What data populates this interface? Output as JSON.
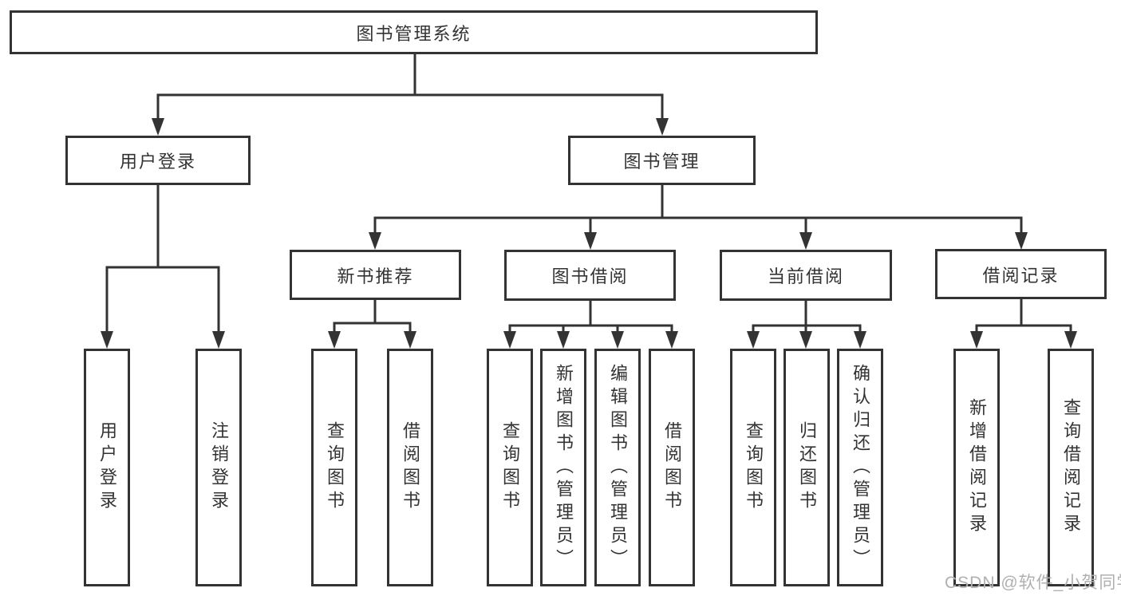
{
  "diagram_type": "hierarchy-tree",
  "tree": {
    "label": "图书管理系统",
    "children": [
      {
        "label": "用户登录",
        "children": [
          {
            "label": "用户登录"
          },
          {
            "label": "注销登录"
          }
        ]
      },
      {
        "label": "图书管理",
        "children": [
          {
            "label": "新书推荐",
            "children": [
              {
                "label": "查询图书"
              },
              {
                "label": "借阅图书"
              }
            ]
          },
          {
            "label": "图书借阅",
            "children": [
              {
                "label": "查询图书"
              },
              {
                "label": "新增图书（管理员）"
              },
              {
                "label": "编辑图书（管理员）"
              },
              {
                "label": "借阅图书"
              }
            ]
          },
          {
            "label": "当前借阅",
            "children": [
              {
                "label": "查询图书"
              },
              {
                "label": "归还图书"
              },
              {
                "label": "确认归还（管理员）"
              }
            ]
          },
          {
            "label": "借阅记录",
            "children": [
              {
                "label": "新增借阅记录"
              },
              {
                "label": "查询借阅记录"
              }
            ]
          }
        ]
      }
    ]
  },
  "watermark": "CSDN @软件_小贺同学",
  "colors": {
    "line": "#333333",
    "text": "#333333",
    "box_background": "#ffffff",
    "watermark": "#b0b0b0",
    "background": "#ffffff"
  }
}
